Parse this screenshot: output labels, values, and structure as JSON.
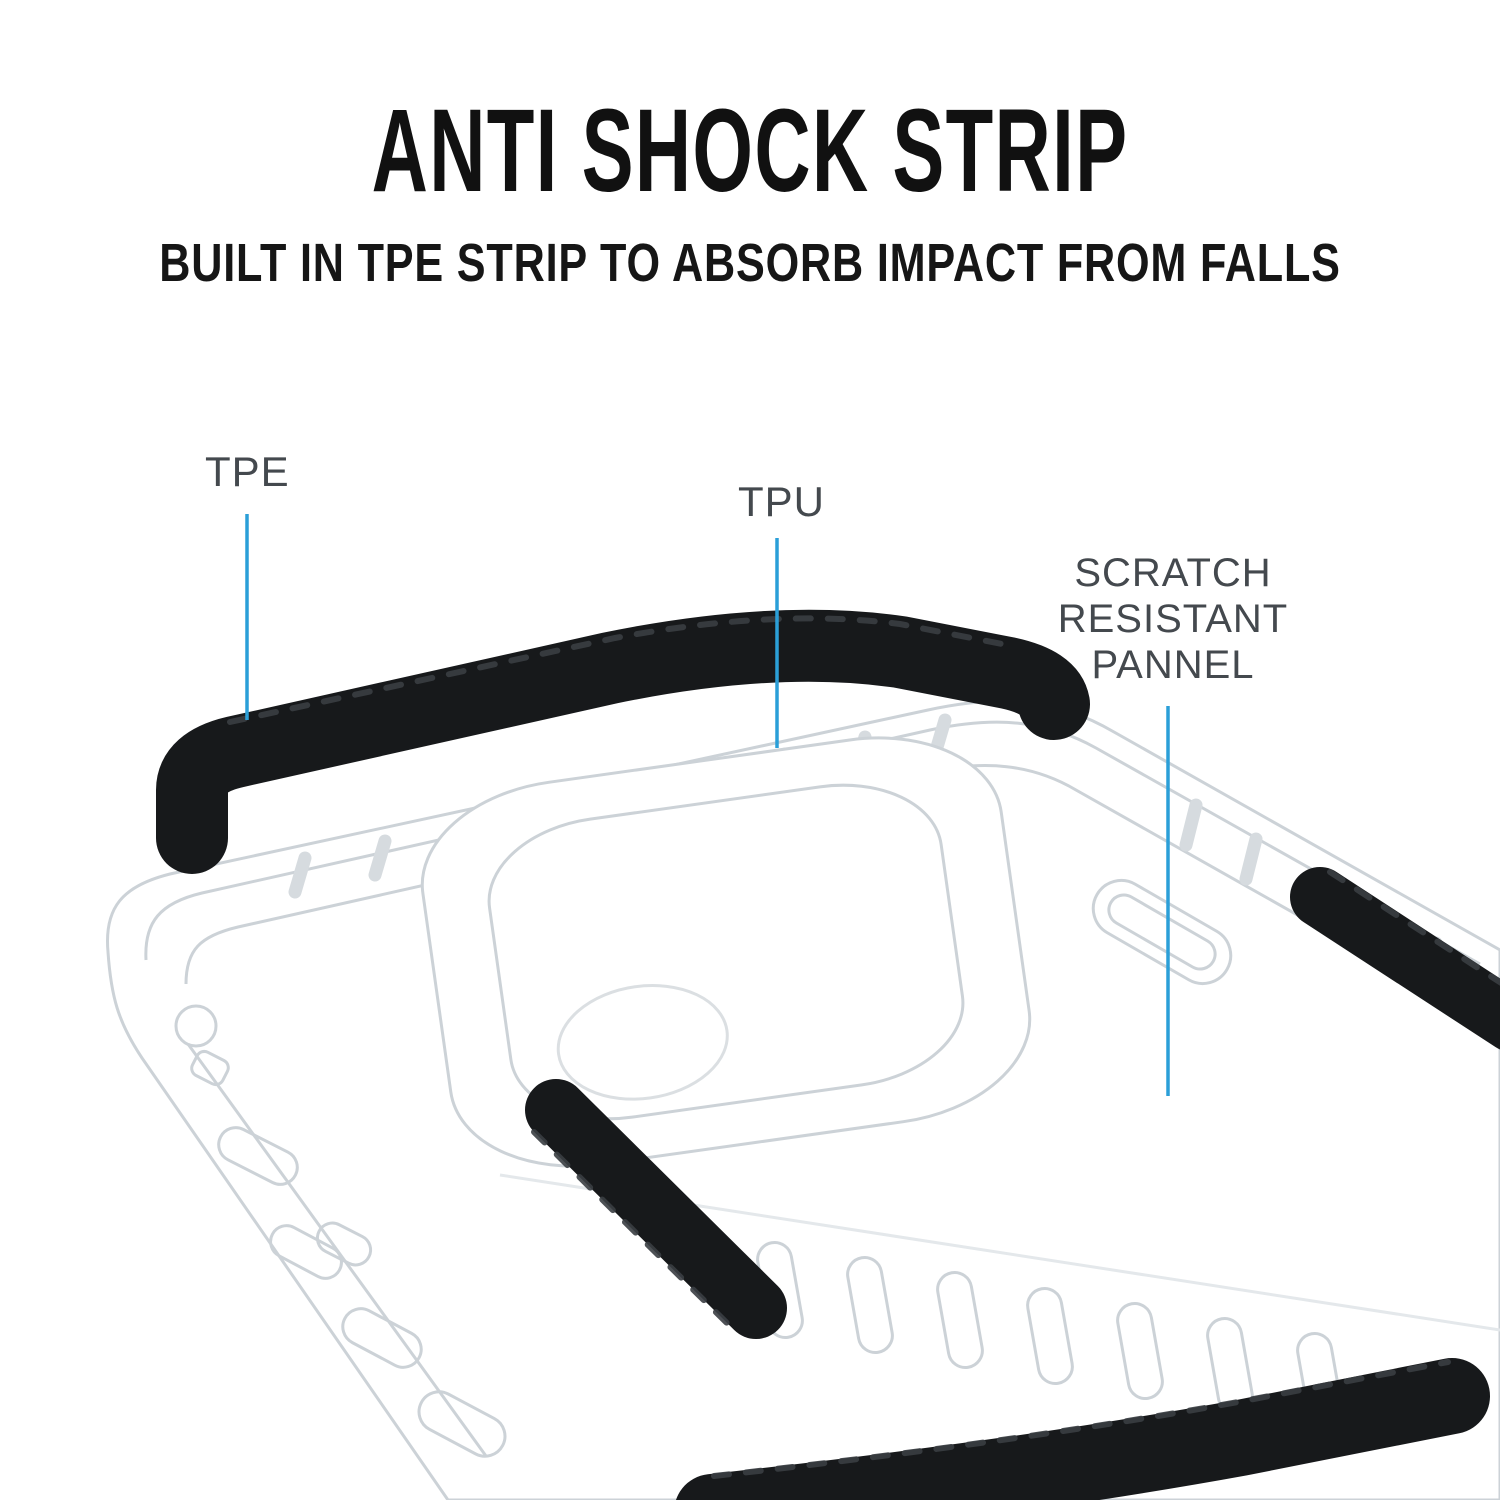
{
  "header": {
    "title": "ANTI SHOCK STRIP",
    "subtitle": "BUILT IN TPE STRIP TO ABSORB IMPACT FROM FALLS"
  },
  "annotations": {
    "tpe": "TPE",
    "tpu": "TPU",
    "scratch_line1": "SCRATCH",
    "scratch_line2": "RESISTANT",
    "scratch_line3": "PANNEL"
  },
  "colors": {
    "background": "#ffffff",
    "leader_line": "#2b9fd8",
    "strip": "#17191b",
    "strip_texture": "#3a3e43",
    "case_outline": "#ccd2d7",
    "case_outline_faint": "#e4e8eb",
    "label_text": "#44494e",
    "title_text": "#111111"
  }
}
